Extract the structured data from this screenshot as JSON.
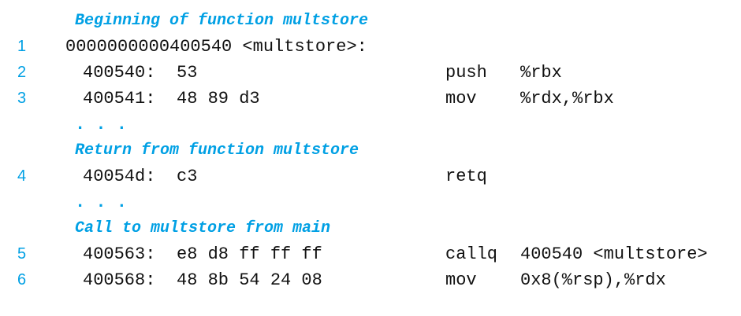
{
  "page": {
    "background_color": "#ffffff",
    "accent_blue": "#00a0e4",
    "code_black": "#111111"
  },
  "listing": {
    "rows": [
      {
        "type": "comment",
        "text": "Beginning of function multstore"
      },
      {
        "type": "label",
        "line_no": "1",
        "text": "0000000000400540 <multstore>:"
      },
      {
        "type": "inst",
        "line_no": "2",
        "address": "400540:",
        "bytes": "53",
        "mnemonic": "push",
        "operands": "%rbx"
      },
      {
        "type": "inst",
        "line_no": "3",
        "address": "400541:",
        "bytes": "48 89 d3",
        "mnemonic": "mov",
        "operands": "%rdx,%rbx"
      },
      {
        "type": "ellipsis",
        "text": ". . ."
      },
      {
        "type": "comment",
        "text": "Return from function multstore"
      },
      {
        "type": "inst",
        "line_no": "4",
        "address": "40054d:",
        "bytes": "c3",
        "mnemonic": "retq",
        "operands": ""
      },
      {
        "type": "ellipsis",
        "text": ". . ."
      },
      {
        "type": "comment",
        "text": "Call to multstore from main"
      },
      {
        "type": "inst",
        "line_no": "5",
        "address": "400563:",
        "bytes": "e8 d8 ff ff ff",
        "mnemonic": "callq",
        "operands": "400540 <multstore>"
      },
      {
        "type": "inst",
        "line_no": "6",
        "address": "400568:",
        "bytes": "48 8b 54 24 08",
        "mnemonic": "mov",
        "operands": "0x8(%rsp),%rdx"
      }
    ]
  }
}
